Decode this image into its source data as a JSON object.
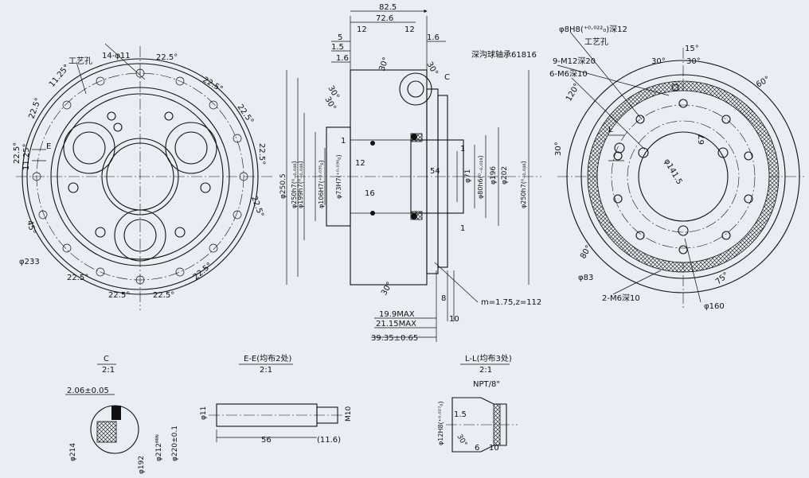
{
  "front_view": {
    "angles_top": [
      "22.5°",
      "22.5°",
      "22.5°",
      "11.25°"
    ],
    "angles_left": [
      "22.5°",
      "22.5°",
      "11.25°"
    ],
    "angle_right": "22.5°",
    "angles_bottom": [
      "22.5°",
      "22.5°",
      "22.5°",
      "22.5°"
    ],
    "angle_bottom_right": "22.5°",
    "angle_45": "45°",
    "holes_label": "14-φ11",
    "process_hole": "工艺孔",
    "section_E": "E",
    "dia_233": "φ233"
  },
  "section_view": {
    "dims_top": [
      "82.5",
      "72.6",
      "12",
      "12",
      "5",
      "1.5",
      "1.6",
      "1.6"
    ],
    "angles": [
      "30°",
      "30°",
      "30°",
      "30°",
      "30°"
    ],
    "bearing": "深沟球轴承61816",
    "detail_C": "C",
    "dims_inner": [
      "1",
      "12",
      "16",
      "54",
      "1",
      "1"
    ],
    "dims_left_dia": [
      "φ250.5",
      "φ250h7(⁰₋₀.₀₄₆)",
      "φ199h7(⁰₋₀.₀₄₆)",
      "φ106H7(⁺⁰·⁰³⁵₀)",
      "φ73H7(⁺⁰·⁰³⁰₀)"
    ],
    "dims_right_dia": [
      "φ71",
      "φ80h6(⁰₋₀.₀₁₉)",
      "φ196",
      "φ202",
      "φ250h7(⁰₋₀.₀₄₆)"
    ],
    "gear": "m=1.75,z=112",
    "dims_bottom": [
      "8",
      "10",
      "19.9MAX",
      "21.15MAX",
      "39.35±0.65"
    ]
  },
  "side_view": {
    "pin_hole": "φ8H8(⁺⁰·⁰²²₀)深12",
    "process_hole": "工艺孔",
    "tapped_m12": "9-M12深20",
    "tapped_m6": "6-M6深10",
    "angles": [
      "15°",
      "30°",
      "30°",
      "60°",
      "120°",
      "30°",
      "80°",
      "75°"
    ],
    "dims": [
      "67",
      "φ141.5"
    ],
    "section_L": "L",
    "dia_83": "φ83",
    "tapped_m6_2": "2-M6深10",
    "dia_160": "φ160"
  },
  "detail_c": {
    "title": "C",
    "scale": "2:1",
    "dims": [
      "2.06±0.05",
      "φ214",
      "φ192",
      "φ212ᴹᴵᴺ",
      "φ220±0.1"
    ]
  },
  "detail_ee": {
    "title": "E-E(均布2处)",
    "scale": "2:1",
    "dims": [
      "φ11",
      "M10",
      "56",
      "(11.6)"
    ]
  },
  "detail_ll": {
    "title": "L-L(均布3处)",
    "scale": "2:1",
    "dims": [
      "NPT/8\"",
      "φ12H8(⁺⁰·⁰²⁷₀)",
      "1.5",
      "30°",
      "6",
      "10"
    ]
  }
}
